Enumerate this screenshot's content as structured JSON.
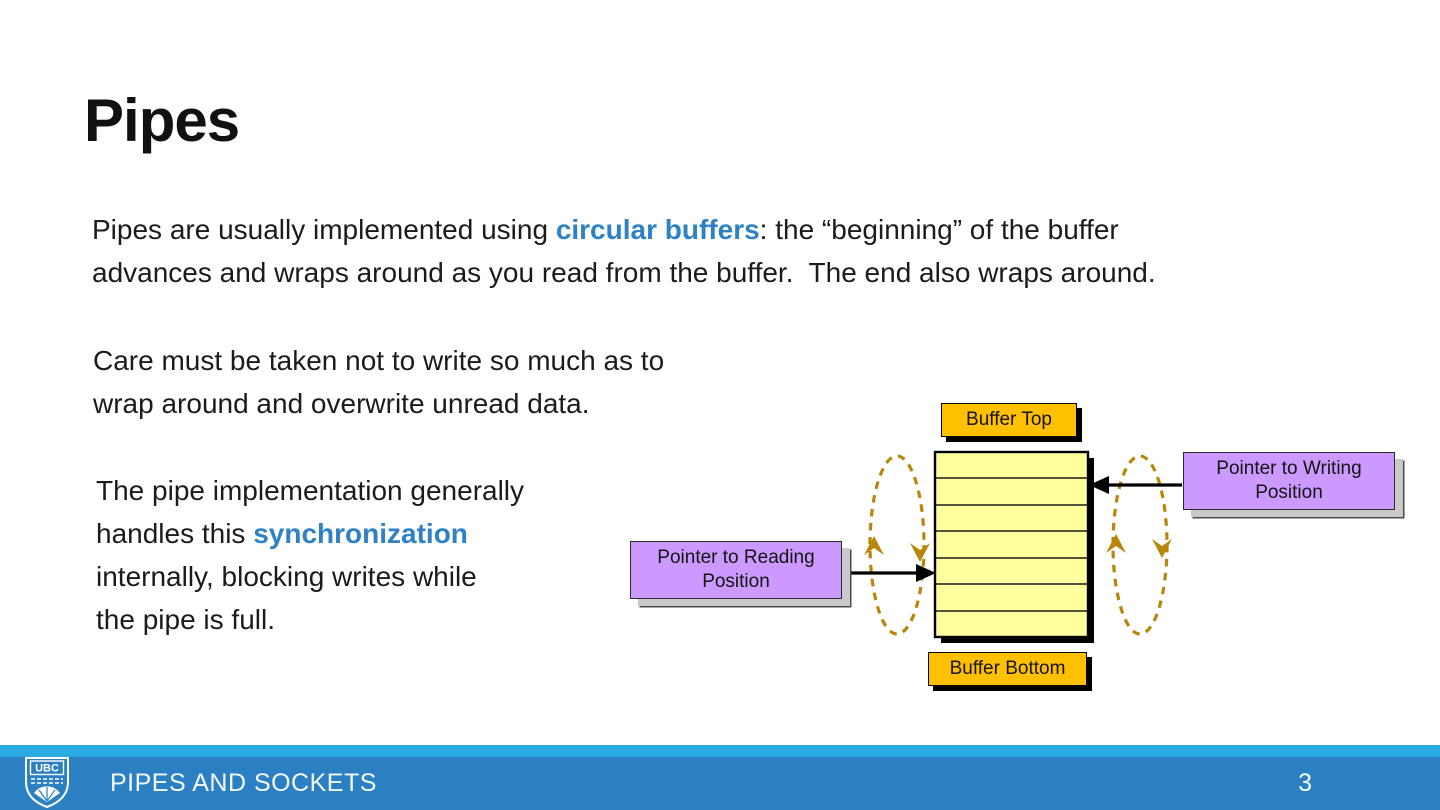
{
  "slide": {
    "title": "Pipes",
    "accent_color": "#2E81C4",
    "background_color": "#FFFFFF"
  },
  "paragraphs": {
    "p1": {
      "line1_before": "Pipes are usually implemented using ",
      "line1_accent": "circular buffers",
      "line1_after": ": the “beginning” of the buffer",
      "line2": "advances and wraps around as you read from the buffer.  The end also wraps around."
    },
    "p2": {
      "line1": "Care must be taken not to write so much as to",
      "line2": "wrap around and overwrite unread data."
    },
    "p3": {
      "line1": "The pipe implementation generally",
      "line2_before": "handles this ",
      "line2_accent": "synchronization",
      "line3": "internally, blocking writes while",
      "line4": "the pipe is full."
    }
  },
  "diagram": {
    "buffer_top_label": "Buffer Top",
    "buffer_bottom_label": "Buffer Bottom",
    "reading_pointer_label": "Pointer to Reading Position",
    "writing_pointer_label": "Pointer to Writing Position",
    "buffer_rows": 7,
    "colors": {
      "buffer_fill": "#FFFF9E",
      "label_gold": "#FFC000",
      "pointer_purple": "#CC99FF",
      "cycle_dash": "#B8860B",
      "arrow": "#000000"
    }
  },
  "footer": {
    "logo": "UBC",
    "section_title": "PIPES AND SOCKETS",
    "page_number": "3",
    "colors": {
      "strip": "#29ABE2",
      "bar": "#2B80C4"
    }
  }
}
